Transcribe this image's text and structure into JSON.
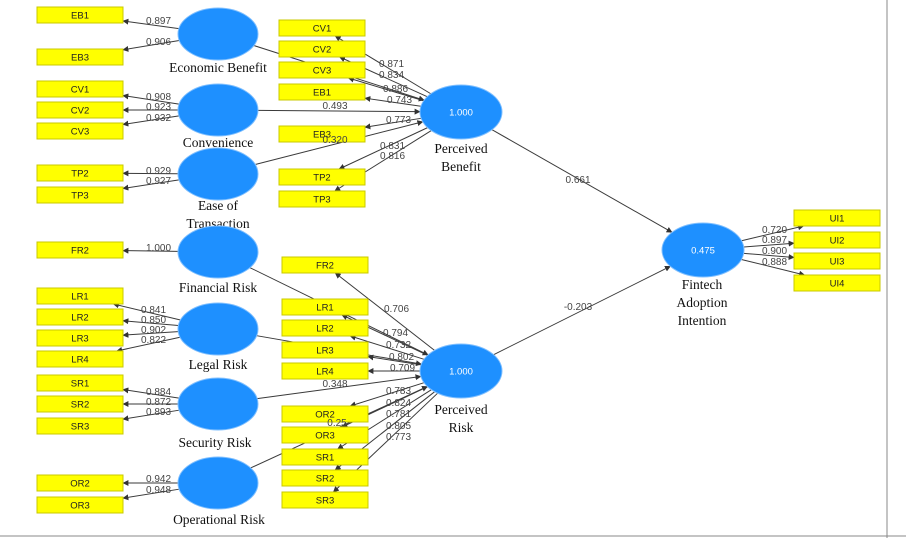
{
  "latents": [
    {
      "id": "EB",
      "label": [
        "Economic Benefit"
      ],
      "value": ""
    },
    {
      "id": "CONV",
      "label": [
        "Convenience"
      ],
      "value": ""
    },
    {
      "id": "EOT",
      "label": [
        "Ease of",
        "Transaction"
      ],
      "value": ""
    },
    {
      "id": "FR",
      "label": [
        "Financial Risk"
      ],
      "value": ""
    },
    {
      "id": "LR",
      "label": [
        "Legal Risk"
      ],
      "value": ""
    },
    {
      "id": "SR",
      "label": [
        "Security Risk"
      ],
      "value": ""
    },
    {
      "id": "OR",
      "label": [
        "Operational Risk"
      ],
      "value": ""
    },
    {
      "id": "PB",
      "label": [
        "Perceived",
        "Benefit"
      ],
      "value": "1.000"
    },
    {
      "id": "PR",
      "label": [
        "Perceived",
        "Risk"
      ],
      "value": "1.000"
    },
    {
      "id": "FAI",
      "label": [
        "Fintech",
        "Adoption",
        "Intention"
      ],
      "value": "0.475"
    }
  ],
  "indicators": [
    {
      "id": "L_EB1",
      "text": "EB1"
    },
    {
      "id": "L_EB3",
      "text": "EB3"
    },
    {
      "id": "L_CV1",
      "text": "CV1"
    },
    {
      "id": "L_CV2",
      "text": "CV2"
    },
    {
      "id": "L_CV3",
      "text": "CV3"
    },
    {
      "id": "L_TP2",
      "text": "TP2"
    },
    {
      "id": "L_TP3",
      "text": "TP3"
    },
    {
      "id": "L_FR2",
      "text": "FR2"
    },
    {
      "id": "L_LR1",
      "text": "LR1"
    },
    {
      "id": "L_LR2",
      "text": "LR2"
    },
    {
      "id": "L_LR3",
      "text": "LR3"
    },
    {
      "id": "L_LR4",
      "text": "LR4"
    },
    {
      "id": "L_SR1",
      "text": "SR1"
    },
    {
      "id": "L_SR2",
      "text": "SR2"
    },
    {
      "id": "L_SR3",
      "text": "SR3"
    },
    {
      "id": "L_OR2",
      "text": "OR2"
    },
    {
      "id": "L_OR3",
      "text": "OR3"
    },
    {
      "id": "M_CV1",
      "text": "CV1"
    },
    {
      "id": "M_CV2",
      "text": "CV2"
    },
    {
      "id": "M_CV3",
      "text": "CV3"
    },
    {
      "id": "M_EB1",
      "text": "EB1"
    },
    {
      "id": "M_EB3",
      "text": "EB3"
    },
    {
      "id": "M_TP2",
      "text": "TP2"
    },
    {
      "id": "M_TP3",
      "text": "TP3"
    },
    {
      "id": "M_FR2",
      "text": "FR2"
    },
    {
      "id": "M_LR1",
      "text": "LR1"
    },
    {
      "id": "M_LR2",
      "text": "LR2"
    },
    {
      "id": "M_LR3",
      "text": "LR3"
    },
    {
      "id": "M_LR4",
      "text": "LR4"
    },
    {
      "id": "M_OR2",
      "text": "OR2"
    },
    {
      "id": "M_OR3",
      "text": "OR3"
    },
    {
      "id": "M_SR1",
      "text": "SR1"
    },
    {
      "id": "M_SR2",
      "text": "SR2"
    },
    {
      "id": "M_SR3",
      "text": "SR3"
    },
    {
      "id": "R_UI1",
      "text": "UI1"
    },
    {
      "id": "R_UI2",
      "text": "UI2"
    },
    {
      "id": "R_UI3",
      "text": "UI3"
    },
    {
      "id": "R_UI4",
      "text": "UI4"
    }
  ],
  "outer_loadings": [
    {
      "from": "EB",
      "to": "L_EB1",
      "value": "0.897"
    },
    {
      "from": "EB",
      "to": "L_EB3",
      "value": "0.906"
    },
    {
      "from": "CONV",
      "to": "L_CV1",
      "value": "0.908"
    },
    {
      "from": "CONV",
      "to": "L_CV2",
      "value": "0.923"
    },
    {
      "from": "CONV",
      "to": "L_CV3",
      "value": "0.932"
    },
    {
      "from": "EOT",
      "to": "L_TP2",
      "value": "0.929"
    },
    {
      "from": "EOT",
      "to": "L_TP3",
      "value": "0.927"
    },
    {
      "from": "FR",
      "to": "L_FR2",
      "value": "1.000"
    },
    {
      "from": "LR",
      "to": "L_LR1",
      "value": "0.841"
    },
    {
      "from": "LR",
      "to": "L_LR2",
      "value": "0.850"
    },
    {
      "from": "LR",
      "to": "L_LR3",
      "value": "0.902"
    },
    {
      "from": "LR",
      "to": "L_LR4",
      "value": "0.822"
    },
    {
      "from": "SR",
      "to": "L_SR1",
      "value": "0.884"
    },
    {
      "from": "SR",
      "to": "L_SR2",
      "value": "0.872"
    },
    {
      "from": "SR",
      "to": "L_SR3",
      "value": "0.893"
    },
    {
      "from": "OR",
      "to": "L_OR2",
      "value": "0.942"
    },
    {
      "from": "OR",
      "to": "L_OR3",
      "value": "0.948"
    },
    {
      "from": "PB",
      "to": "M_CV1",
      "value": "0.871"
    },
    {
      "from": "PB",
      "to": "M_CV2",
      "value": "0.834"
    },
    {
      "from": "PB",
      "to": "M_CV3",
      "value": "0.886"
    },
    {
      "from": "PB",
      "to": "M_EB1",
      "value": "0.743"
    },
    {
      "from": "PB",
      "to": "M_EB3",
      "value": "0.773"
    },
    {
      "from": "PB",
      "to": "M_TP2",
      "value": "0.831"
    },
    {
      "from": "PB",
      "to": "M_TP3",
      "value": "0.816"
    },
    {
      "from": "PR",
      "to": "M_FR2",
      "value": "0.706"
    },
    {
      "from": "PR",
      "to": "M_LR1",
      "value": "0.794"
    },
    {
      "from": "PR",
      "to": "M_LR2",
      "value": "0.732"
    },
    {
      "from": "PR",
      "to": "M_LR3",
      "value": "0.802"
    },
    {
      "from": "PR",
      "to": "M_LR4",
      "value": "0.709"
    },
    {
      "from": "PR",
      "to": "M_OR2",
      "value": "0.783"
    },
    {
      "from": "PR",
      "to": "M_OR3",
      "value": "0.824"
    },
    {
      "from": "PR",
      "to": "M_SR1",
      "value": "0.781"
    },
    {
      "from": "PR",
      "to": "M_SR2",
      "value": "0.805"
    },
    {
      "from": "PR",
      "to": "M_SR3",
      "value": "0.773"
    },
    {
      "from": "FAI",
      "to": "R_UI1",
      "value": "0.720"
    },
    {
      "from": "FAI",
      "to": "R_UI2",
      "value": "0.897"
    },
    {
      "from": "FAI",
      "to": "R_UI3",
      "value": "0.900"
    },
    {
      "from": "FAI",
      "to": "R_UI4",
      "value": "0.888"
    }
  ],
  "paths": [
    {
      "from": "EB",
      "to": "PB",
      "value": ""
    },
    {
      "from": "CONV",
      "to": "PB",
      "value": "0.493"
    },
    {
      "from": "EOT",
      "to": "PB",
      "value": "0.320"
    },
    {
      "from": "FR",
      "to": "PR",
      "value": ""
    },
    {
      "from": "LR",
      "to": "PR",
      "value": ""
    },
    {
      "from": "SR",
      "to": "PR",
      "value": "0.348"
    },
    {
      "from": "OR",
      "to": "PR",
      "value": "0.25"
    },
    {
      "from": "PB",
      "to": "FAI",
      "value": "0.661"
    },
    {
      "from": "PR",
      "to": "FAI",
      "value": "-0.203"
    }
  ]
}
